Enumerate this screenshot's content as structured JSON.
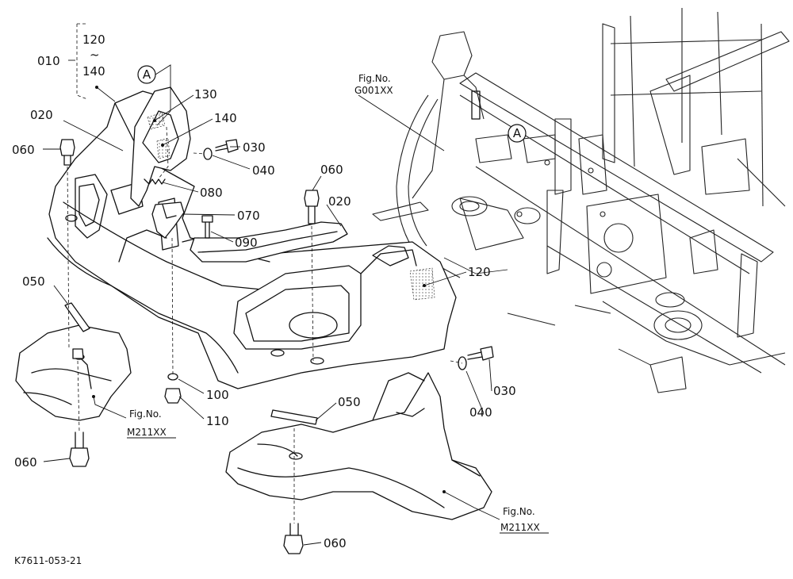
{
  "diagram_code": "K7611-053-21",
  "callout_letter": "A",
  "range_group": {
    "main": "010",
    "from": "120",
    "tilde": "~",
    "to": "140"
  },
  "parts": {
    "p020_left": "020",
    "p020_right": "020",
    "p030_top": "030",
    "p030_bottom": "030",
    "p040_top": "040",
    "p040_bottom": "040",
    "p050_left": "050",
    "p050_center": "050",
    "p060_left_top": "060",
    "p060_center_top": "060",
    "p060_left_bottom": "060",
    "p060_center_bottom": "060",
    "p070": "070",
    "p080": "080",
    "p090": "090",
    "p100": "100",
    "p110": "110",
    "p120": "120",
    "p130": "130",
    "p140": "140"
  },
  "fig_refs": {
    "g001": {
      "line1": "Fig.No.",
      "line2": "G001XX"
    },
    "m211_left": {
      "line1": "Fig.No.",
      "line2": "M211XX"
    },
    "m211_right": {
      "line1": "Fig.No.",
      "line2": "M211XX"
    }
  }
}
